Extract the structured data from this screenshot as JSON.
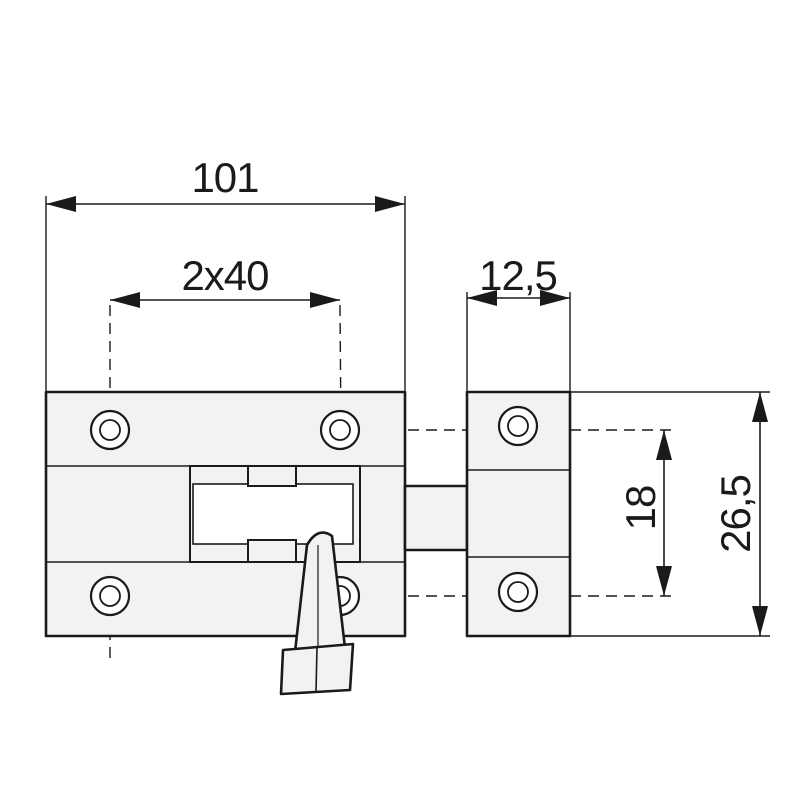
{
  "dimensions": {
    "overall_length": "101",
    "hole_spacing": "2x40",
    "keeper_width": "12,5",
    "hole_vertical_spacing": "18",
    "overall_height": "26,5"
  },
  "colors": {
    "line": "#1a1a1a",
    "part_fill": "#f2f2f2",
    "background": "#ffffff"
  }
}
